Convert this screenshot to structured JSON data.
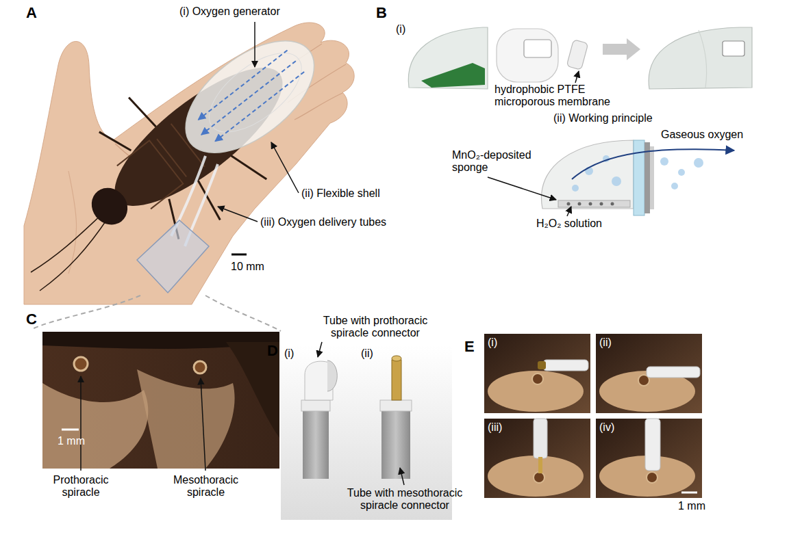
{
  "diagram": {
    "labels": [
      "A",
      "(i) Oxygen generator",
      "(ii) Flexible shell",
      "(iii) Oxygen delivery tubes",
      "10 mm",
      "B",
      "(i)",
      "hydrophobic PTFE microporous membrane",
      "(ii) Working principle",
      "MnO₂-deposited sponge",
      "Gaseous oxygen",
      "H₂O₂ solution",
      "C",
      "1 mm",
      "Prothoracic spiracle",
      "Mesothoracic spiracle",
      "D",
      "(i)",
      "(ii)",
      "Tube with prothoracic spiracle connector",
      "Tube with mesothoracic spiracle connector",
      "E",
      "(i)",
      "(ii)",
      "(iii)",
      "(iv)",
      "1 mm"
    ]
  }
}
